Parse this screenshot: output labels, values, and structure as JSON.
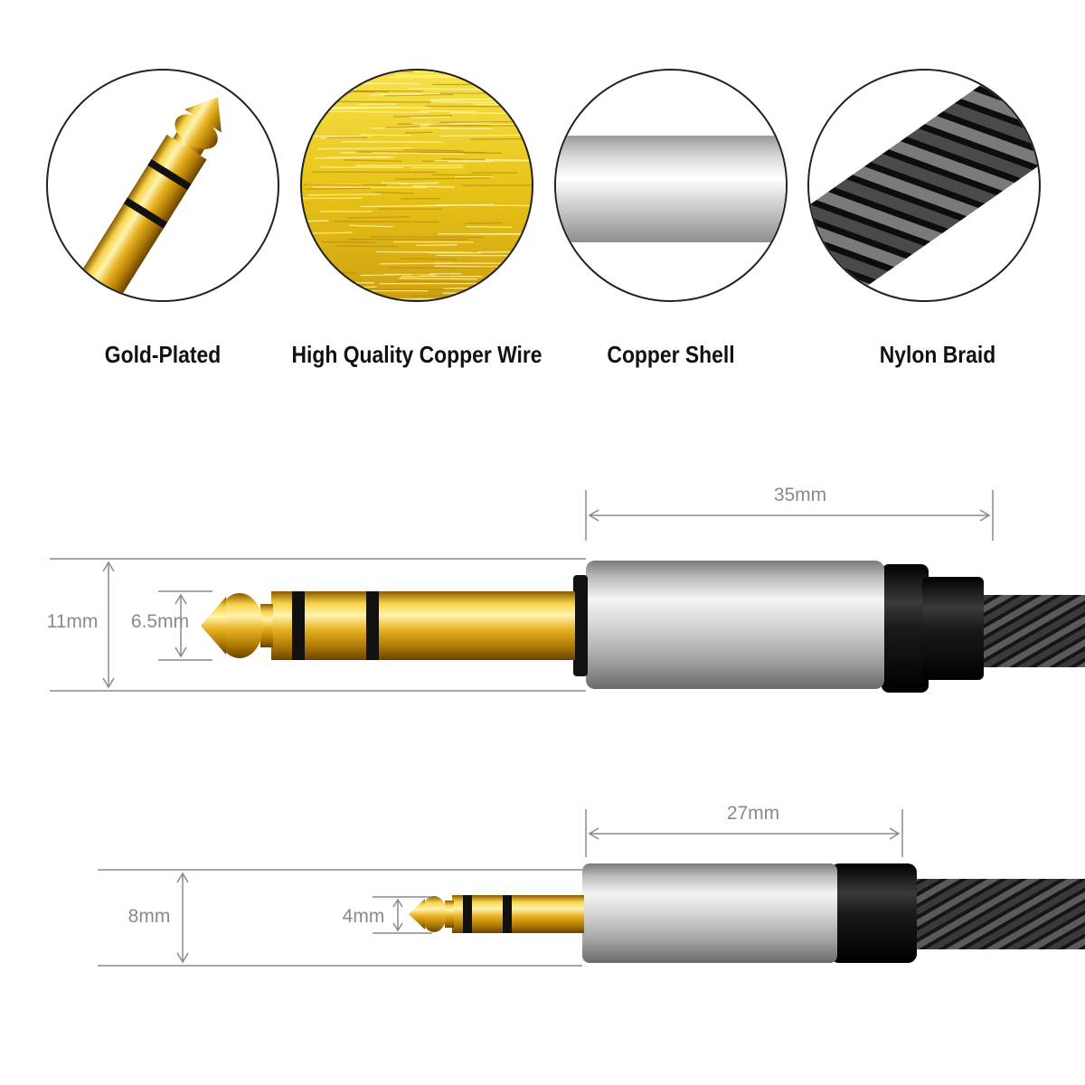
{
  "features": [
    {
      "label": "Gold-Plated",
      "icon": "gold-plated-plug-icon"
    },
    {
      "label": "High Quality Copper Wire",
      "icon": "copper-wire-texture-icon"
    },
    {
      "label": "Copper Shell",
      "icon": "copper-shell-icon"
    },
    {
      "label": "Nylon Braid",
      "icon": "nylon-braid-icon"
    }
  ],
  "large_plug": {
    "shell_length": "35mm",
    "shell_diameter": "11mm",
    "plug_diameter": "6.5mm"
  },
  "small_plug": {
    "shell_length": "27mm",
    "shell_diameter": "8mm",
    "plug_diameter": "4mm"
  },
  "colors": {
    "gold": "#e0b22a",
    "silver": "#c8c8c8",
    "braid": "#1a1a1a",
    "dimension_line": "#8a8a8a"
  }
}
